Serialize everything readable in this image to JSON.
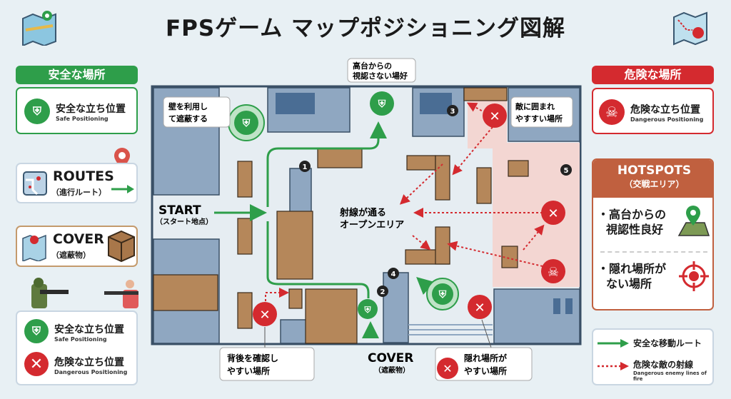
{
  "title": "FPSゲーム マップポジショニング図解",
  "left": {
    "header": "安全な場所",
    "safe_card": {
      "jp": "安全な立ち位置",
      "en": "Safe Positioning"
    },
    "routes": {
      "title": "ROUTES",
      "sub": "（進行ルート）"
    },
    "cover": {
      "title": "COVER",
      "sub": "（遮蔽物）"
    },
    "legend": [
      {
        "jp": "安全な立ち位置",
        "en": "Safe Positioning"
      },
      {
        "jp": "危険な立ち位置",
        "en": "Dangerous Positioning"
      }
    ]
  },
  "right": {
    "header": "危険な場所",
    "danger_card": {
      "jp": "危険な立ち位置",
      "en": "Dangerous Positioning"
    },
    "hotspots": {
      "title": "HOTSPOTS",
      "sub": "（交戦エリア）",
      "items": [
        {
          "l1": "・高台からの",
          "l2": "視認性良好"
        },
        {
          "l1": "・隠れ場所が",
          "l2": "ない場所"
        }
      ]
    },
    "legend": {
      "safe": "安全な移動ルート",
      "danger": "危険な敵の射線",
      "danger_en": "Dangerous enemy lines of fire"
    }
  },
  "map": {
    "start": "START",
    "start_sub": "（スタート地点）",
    "open_area": [
      "射線が通る",
      "オープンエリア"
    ],
    "cover": "COVER",
    "cover_sub": "（遮蔽物）",
    "callouts": {
      "high": [
        "高台からの",
        "視認さない場好"
      ],
      "wall": [
        "壁を利用し",
        "て遮蔽する"
      ],
      "surround": [
        "敵に囲まれ",
        "やすすい場所"
      ],
      "behind": [
        "背後を確認し",
        "やすい場所"
      ],
      "hide": [
        "隠れ場所が",
        "やすい場所"
      ]
    },
    "numbers": [
      "1",
      "2",
      "3",
      "4",
      "5"
    ]
  },
  "colors": {
    "safe": "#2e9e4a",
    "danger": "#d42a2f",
    "hotspot": "#c0603f",
    "wood": "#b5875a",
    "building": "#8fa7c1"
  }
}
